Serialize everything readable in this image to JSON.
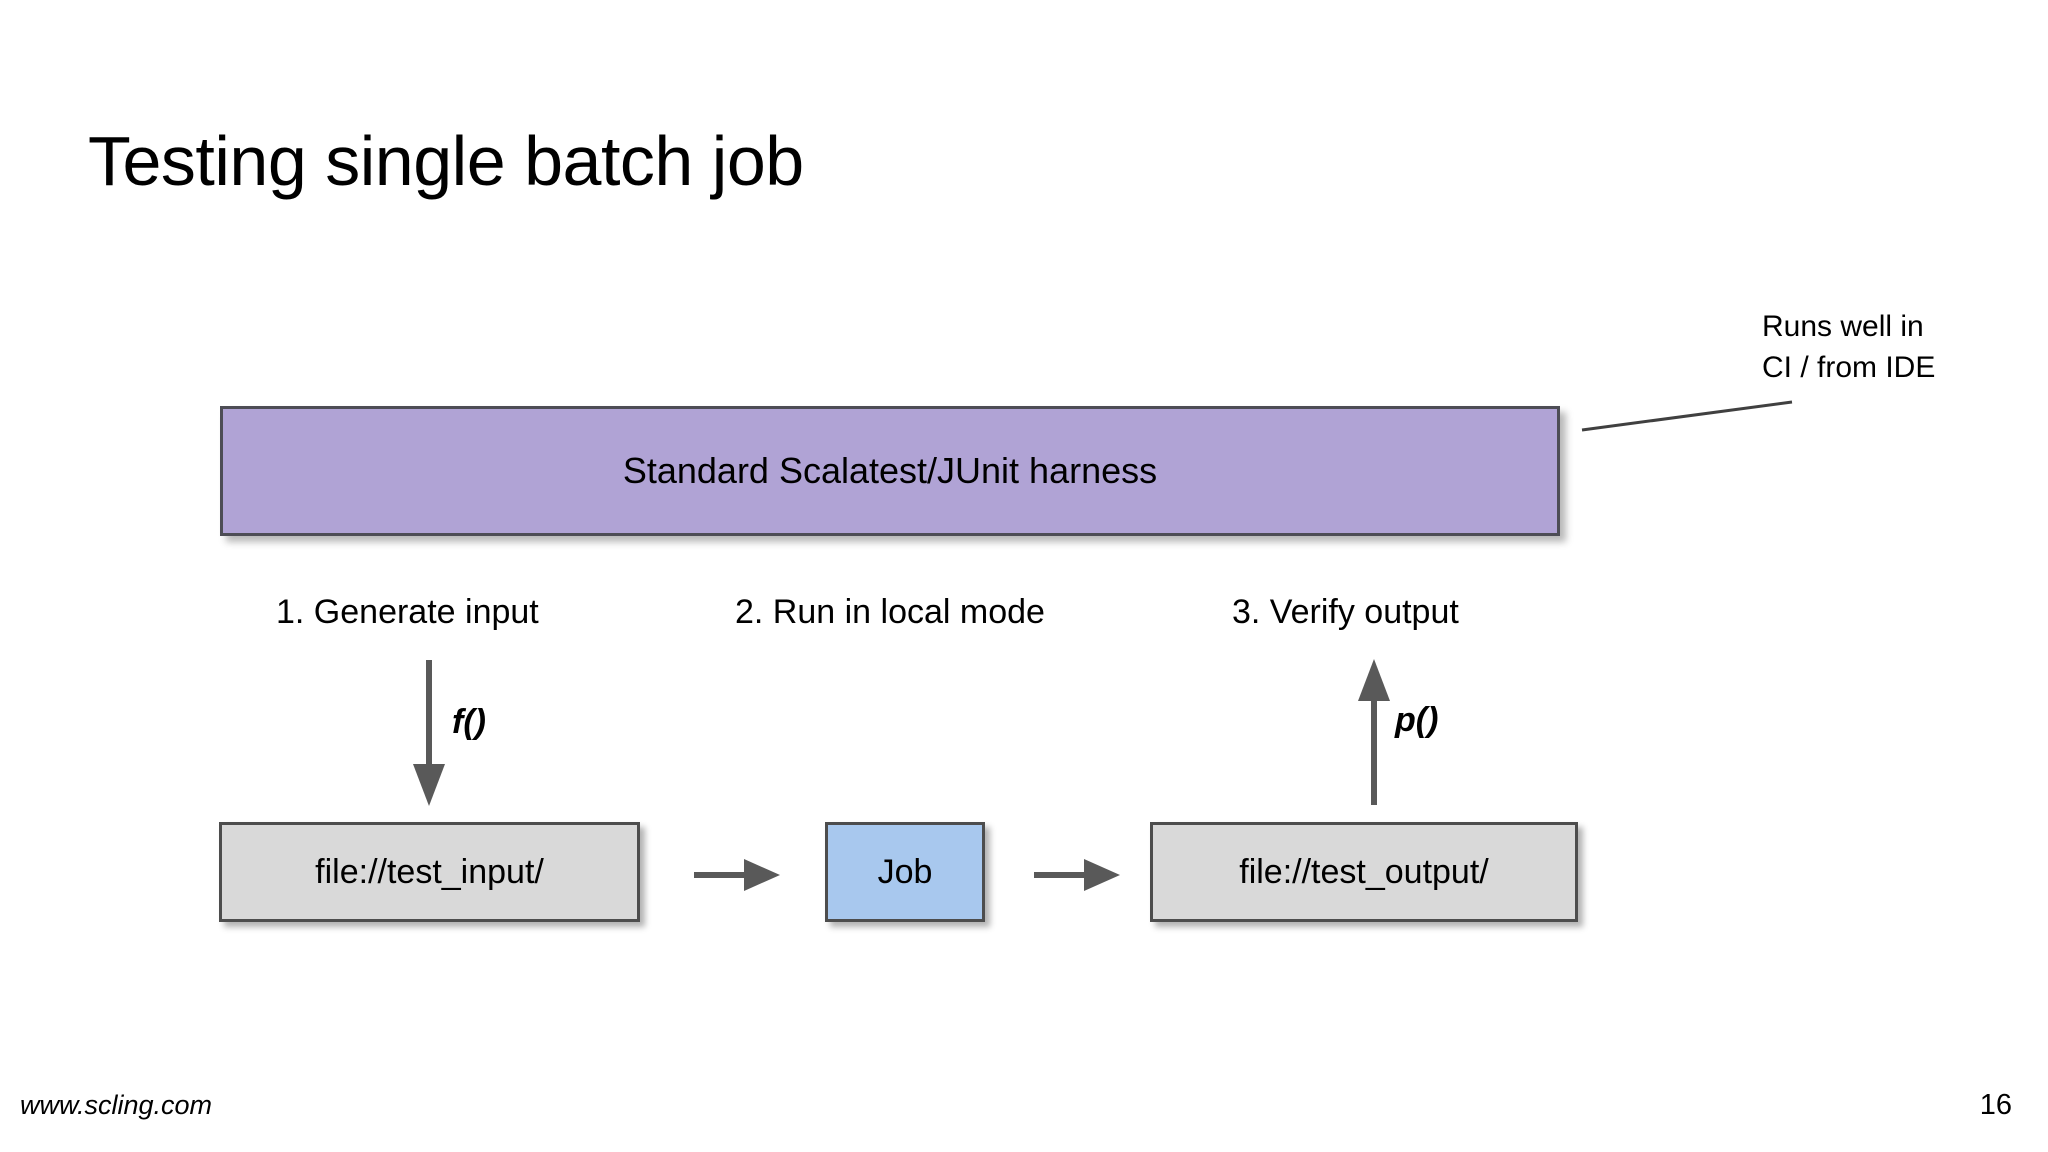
{
  "slide": {
    "title": "Testing single batch job",
    "page_number": "16",
    "footer_url": "www.scling.com",
    "background_color": "#ffffff"
  },
  "harness": {
    "label": "Standard Scalatest/JUnit harness",
    "fill_color": "#b0a3d5",
    "border_color": "#4d4d55"
  },
  "callout": {
    "line1": "Runs well in",
    "line2": "CI / from IDE",
    "leader_color": "#404040"
  },
  "steps": [
    {
      "label": "1. Generate input"
    },
    {
      "label": "2. Run in local mode"
    },
    {
      "label": "3. Verify output"
    }
  ],
  "functions": {
    "generate": "f()",
    "verify": "p()",
    "arrow_color": "#595959"
  },
  "nodes": [
    {
      "label": "file://test_input/",
      "fill_color": "#d9d9d9"
    },
    {
      "label": "Job",
      "fill_color": "#a8c8ee"
    },
    {
      "label": "file://test_output/",
      "fill_color": "#d9d9d9"
    }
  ],
  "flow_arrows": {
    "color": "#595959",
    "count": 2
  }
}
